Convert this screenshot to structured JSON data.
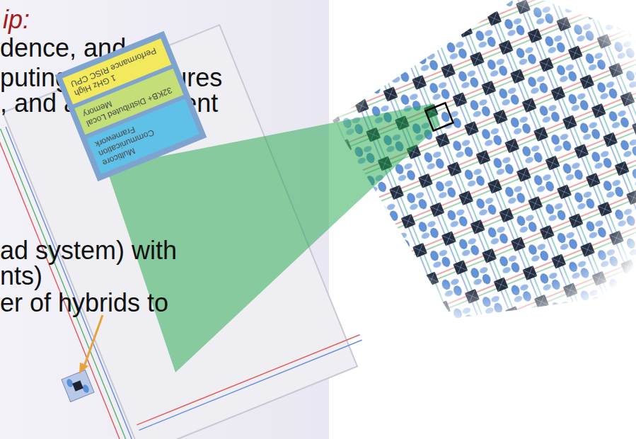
{
  "diagram": {
    "title": "ip:",
    "nodes": [
      {
        "text": [
          "1 GHz High Performance RISC CPU"
        ]
      },
      {
        "text": [
          "32KB+ Distributed Local Memory"
        ]
      },
      {
        "text": [
          "Multicore Communication Framework"
        ]
      }
    ],
    "labels": [
      "dence, and",
      "puting architectures",
      ", and a large extent",
      "ad system) with",
      "nts)",
      "er of hybrids to"
    ]
  }
}
